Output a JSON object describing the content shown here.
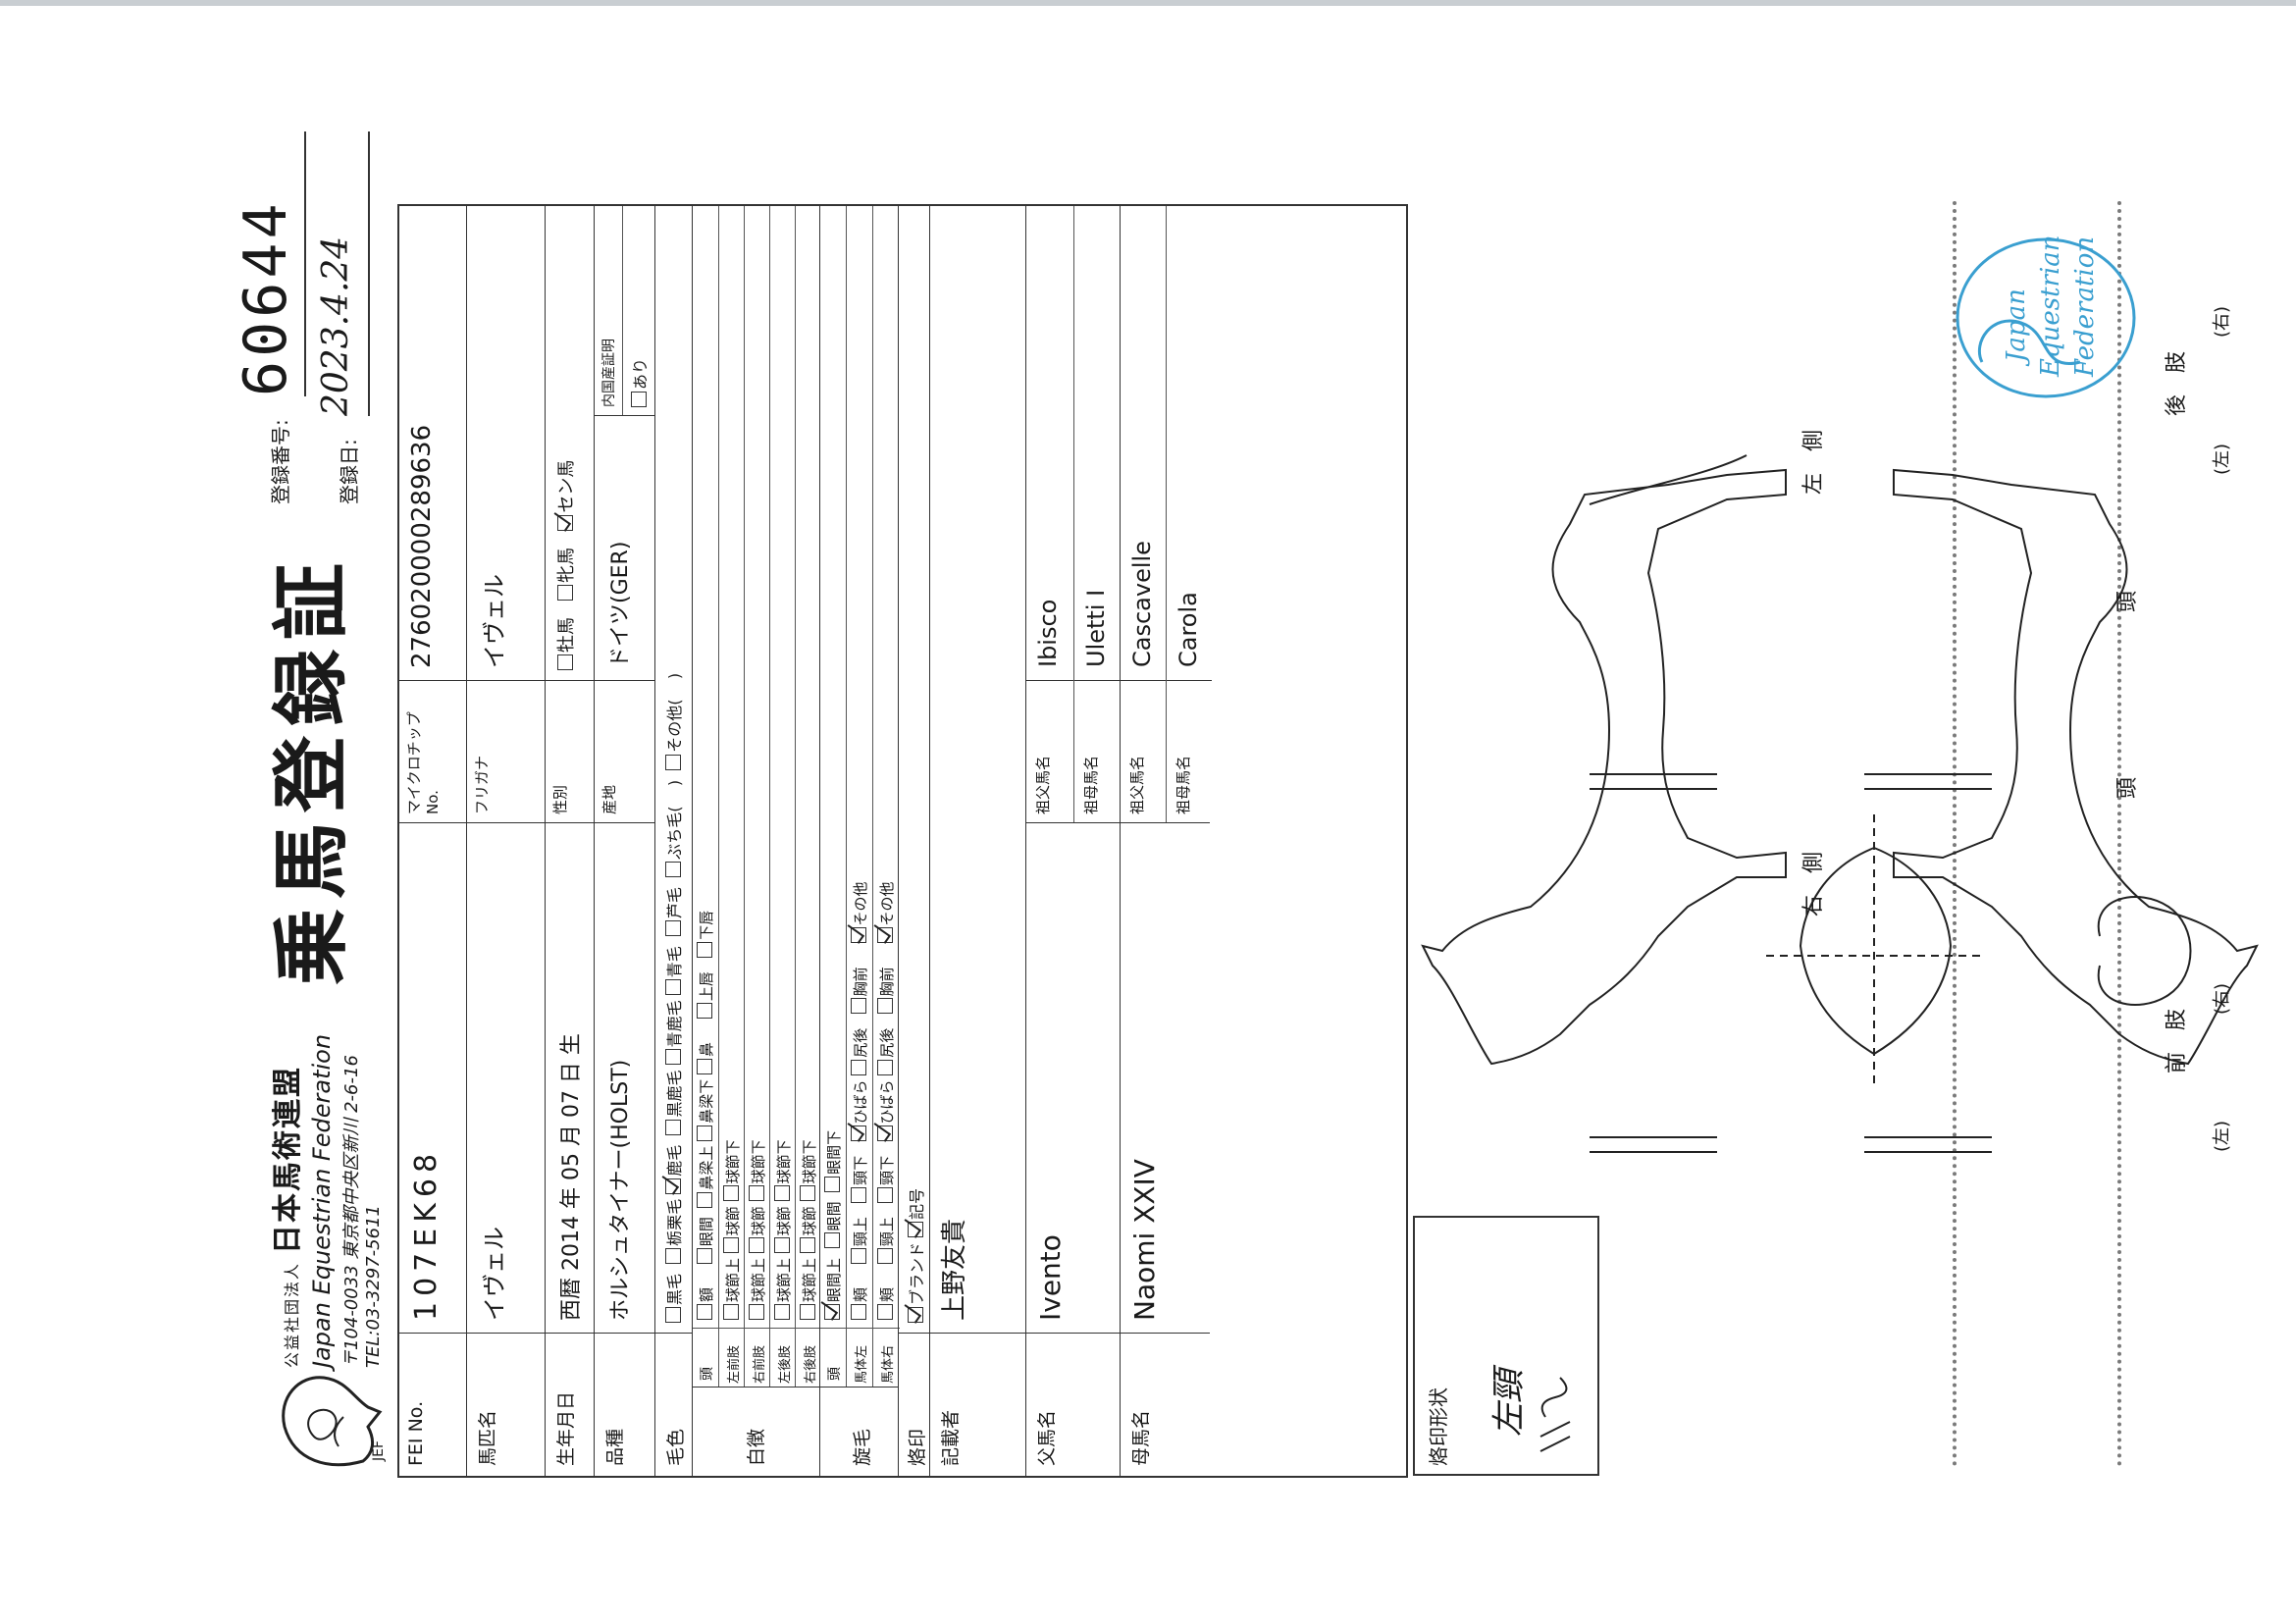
{
  "header": {
    "org_prefix": "公益社団法人",
    "org_name_jp": "日本馬術連盟",
    "org_name_en": "Japan Equestrian Federation",
    "address": "〒104-0033 東京都中央区新川 2-6-16",
    "tel": "TEL:03-3297-5611",
    "logo_text": "JEF",
    "title": "乗馬登録証",
    "reg_number_label": "登録番号:",
    "reg_number": "60644",
    "reg_date_label": "登録日:",
    "reg_date": "2023.4.24"
  },
  "form": {
    "fei_label": "FEI No.",
    "fei_value": "107EK68",
    "microchip_label": "マイクロチップNo.",
    "microchip_value": "276020000289636",
    "name_label": "馬匹名",
    "name_value": "イヴェル",
    "furigana_label": "フリガナ",
    "furigana_value": "イヴェル",
    "birth_label": "生年月日",
    "birth_value": "西暦 2014 年 05 月 07 日 生",
    "sex_label": "性別",
    "sex_options": [
      "牡馬",
      "牝馬",
      "セン馬"
    ],
    "breed_label": "品種",
    "breed_value": "ホルシュタイナー(HOLST)",
    "origin_label": "産地",
    "origin_value": "ドイツ(GER)",
    "domestic_label": "内国産証明",
    "domestic_option": "あり",
    "coat_label": "毛色",
    "coat_options": [
      "黒毛",
      "栃栗毛",
      "鹿毛",
      "黒鹿毛",
      "青鹿毛",
      "青毛",
      "芦毛",
      "ぶち毛(",
      ")",
      "その他(",
      ")"
    ],
    "markings_label": "白徴",
    "head_label": "頭",
    "head_options": [
      "額",
      "眼間",
      "鼻梁上",
      "鼻梁下",
      "鼻",
      "上唇",
      "下唇"
    ],
    "lf_label": "左前肢",
    "rf_label": "右前肢",
    "lh_label": "左後肢",
    "rh_label": "右後肢",
    "leg_options": [
      "球節上",
      "球節",
      "球節下"
    ],
    "whorl_label": "旋毛",
    "whorl_head_label": "頭",
    "whorl_head_options": [
      "眼間上",
      "眼間",
      "眼間下"
    ],
    "whorl_left_label": "馬体左",
    "whorl_right_label": "馬体右",
    "whorl_body_options": [
      "頬",
      "頸上",
      "頸下",
      "ひばら",
      "尻後",
      "胸前",
      "その他"
    ],
    "brand_label": "烙印",
    "brand_options": [
      "ブランド",
      "記号"
    ],
    "recorder_label": "記載者",
    "recorder_value": "上野友貴",
    "sire_label": "父馬名",
    "sire_value": "Ivento",
    "dam_label": "母馬名",
    "dam_value": "Naomi XXIV",
    "ss_label": "祖父馬名",
    "ss_value": "Ibisco",
    "sd_label": "祖母馬名",
    "sd_value": "Uletti I",
    "ds_label": "祖父馬名",
    "ds_value": "Cascavelle",
    "dd_label": "祖母馬名",
    "dd_value": "Carola"
  },
  "diagram": {
    "brand_shape_label": "烙印形状",
    "brand_note": "左頸",
    "right_side": "右　側",
    "left_side": "左　側",
    "head_label": "頭",
    "neck_label": "頭",
    "forelimbs": "前　肢",
    "hindlimbs": "後　肢",
    "left_paren": "(左)",
    "right_paren": "(右)",
    "stamp_line1": "Japan",
    "stamp_line2": "Equestrian",
    "stamp_line3": "Federation"
  },
  "colors": {
    "ink": "#1a1a1a",
    "stamp": "#3a9fd0",
    "scan_band": "#c9ced2"
  }
}
